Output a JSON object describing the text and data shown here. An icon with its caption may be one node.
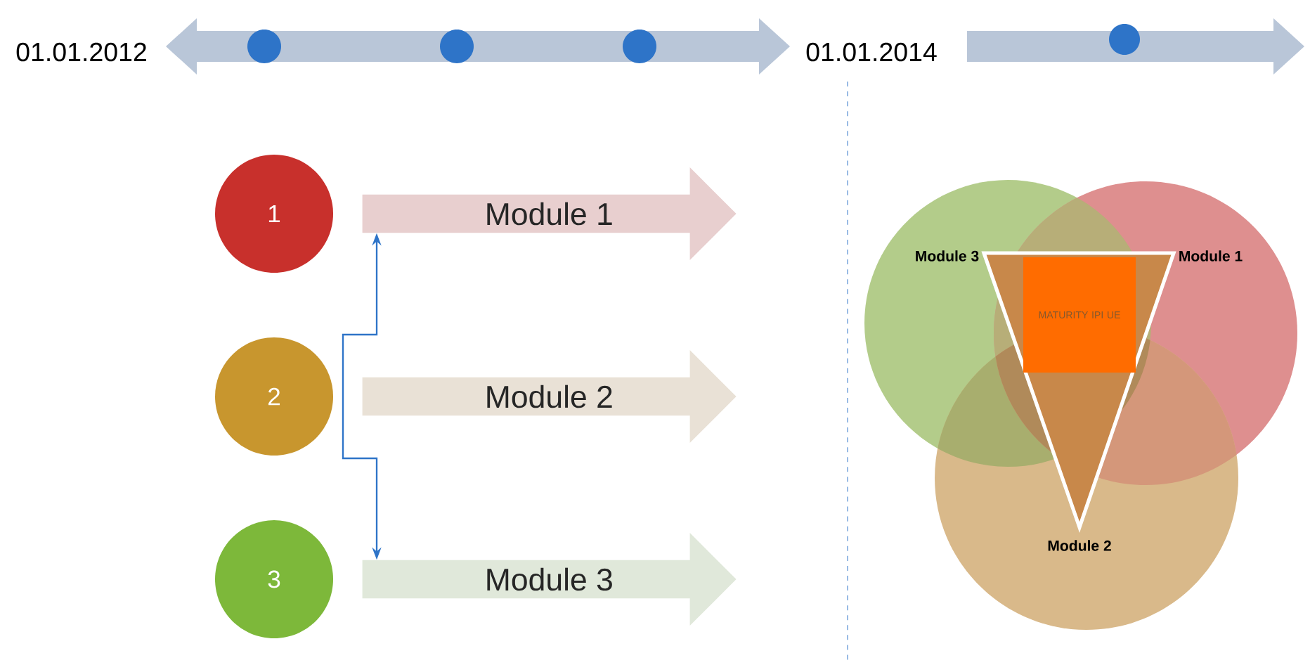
{
  "diagram": {
    "nodes": [
      {
        "text": [
          "1"
        ]
      },
      {
        "text": [
          "Module 1"
        ]
      },
      {
        "text": [
          "2"
        ]
      },
      {
        "text": [
          "Module 2"
        ]
      },
      {
        "text": [
          "3"
        ]
      },
      {
        "text": [
          "Module 3"
        ]
      },
      {
        "text": [
          "MATURITY IPI UE"
        ]
      }
    ],
    "edges": [
      {
        "from": 1,
        "to": 5,
        "arrow": "both"
      }
    ],
    "labels": [
      "01.01.2012",
      "01.01.2014",
      "Module 3",
      "Module 1",
      "Module 2"
    ]
  }
}
